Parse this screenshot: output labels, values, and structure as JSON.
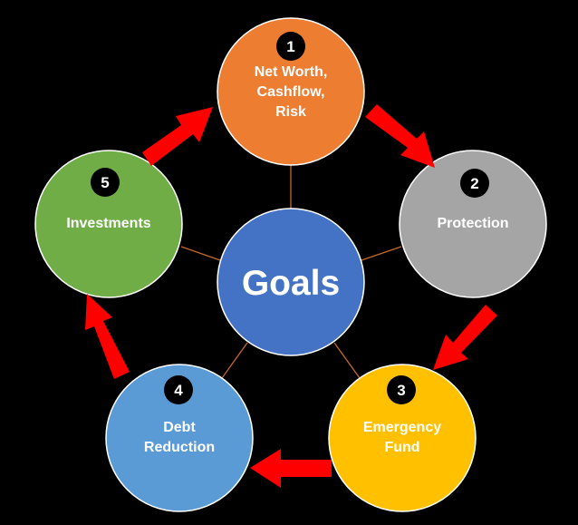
{
  "center": {
    "label": "Goals",
    "color": "#4472c4"
  },
  "nodes": [
    {
      "number": "1",
      "lines": [
        "Net Worth,",
        "Cashflow,",
        "Risk"
      ],
      "color": "#ed7d31"
    },
    {
      "number": "2",
      "lines": [
        "Protection"
      ],
      "color": "#a5a5a5"
    },
    {
      "number": "3",
      "lines": [
        "Emergency",
        "Fund"
      ],
      "color": "#ffc000"
    },
    {
      "number": "4",
      "lines": [
        "Debt",
        "Reduction"
      ],
      "color": "#5b9bd5"
    },
    {
      "number": "5",
      "lines": [
        "Investments"
      ],
      "color": "#70ad47"
    }
  ],
  "colors": {
    "background": "#000000",
    "arrow": "#ff0000",
    "connector": "#c56a2a",
    "outline": "#ffffff",
    "badge": "#000000"
  }
}
